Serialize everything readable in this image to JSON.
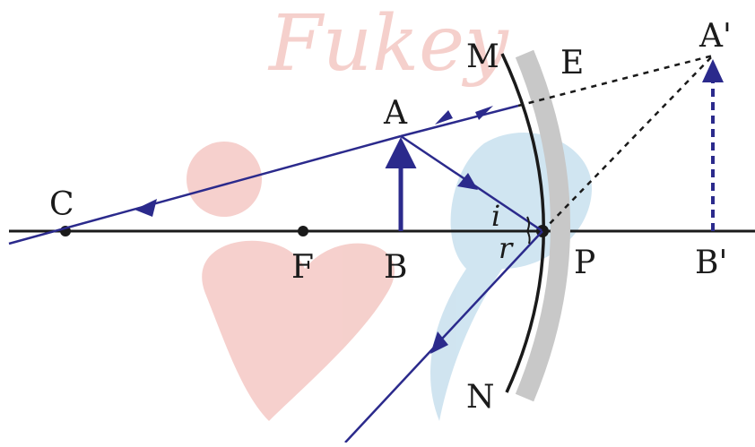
{
  "labels": {
    "C": "C",
    "F": "F",
    "B": "B",
    "A": "A",
    "M": "M",
    "E": "E",
    "N": "N",
    "P": "P",
    "A_image": "A'",
    "B_image": "B'",
    "i": "i",
    "r": "r"
  },
  "watermark": {
    "text": "Fukey",
    "color": "#f4c8c4",
    "accent_color": "#c8e0ee"
  },
  "colors": {
    "ray": "#2b2a8c",
    "axis": "#1a1a1a",
    "mirror_face": "#1a1a1a",
    "mirror_back": "#c8c8c8",
    "dashed": "#1a1a1a",
    "image_arrow": "#2b2a8c"
  }
}
